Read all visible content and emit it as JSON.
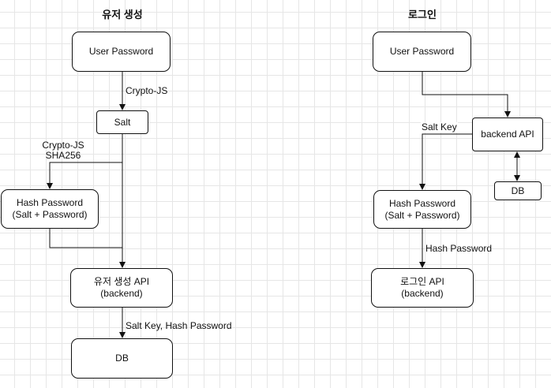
{
  "signup": {
    "title": "유저 생성",
    "user_password": "User Password",
    "crypto_js_label": "Crypto-JS",
    "salt": "Salt",
    "hash_algo_label": "Crypto-JS\nSHA256",
    "hash_password": "Hash Password\n(Salt + Password)",
    "api": "유저 생성 API\n(backend)",
    "api_to_db_label": "Salt Key, Hash Password",
    "db": "DB"
  },
  "login": {
    "title": "로그인",
    "user_password": "User Password",
    "backend_api": "backend API",
    "salt_key_label": "Salt Key",
    "db": "DB",
    "hash_password": "Hash Password\n(Salt + Password)",
    "hash_to_api_label": "Hash Password",
    "api": "로그인 API\n(backend)"
  }
}
